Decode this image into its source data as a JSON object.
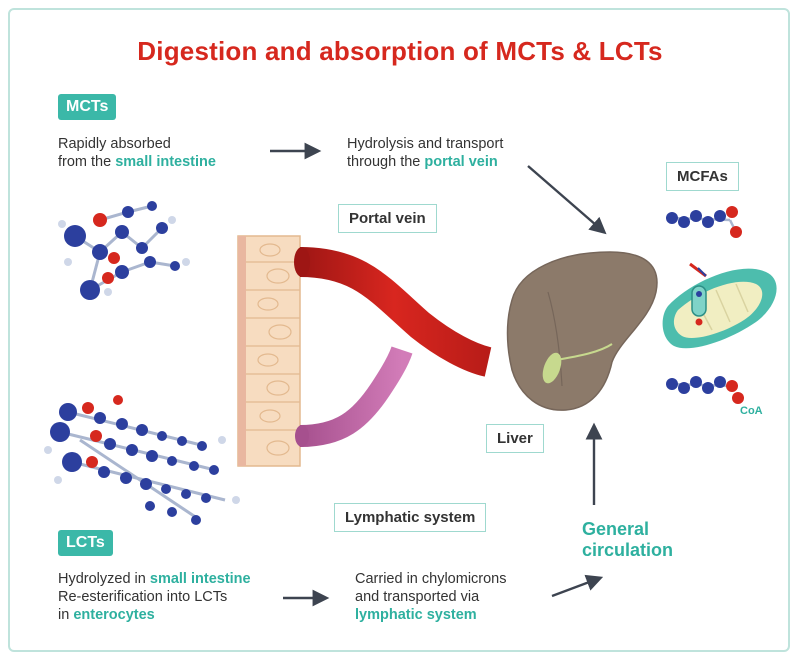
{
  "title": "Digestion and absorption of MCTs & LCTs",
  "mct": {
    "tag": "MCTs",
    "desc_line1": "Rapidly absorbed",
    "desc_line2_prefix": "from the ",
    "desc_line2_highlight": "small intestine"
  },
  "hydrolysis": {
    "line1": "Hydrolysis and transport",
    "line2_prefix": "through the ",
    "line2_highlight": "portal vein"
  },
  "portal_vein_label": "Portal vein",
  "mcfa_label": "MCFAs",
  "coa_label": "CoA",
  "liver_label": "Liver",
  "lymphatic_label": "Lymphatic system",
  "general_circulation": {
    "line1": "General",
    "line2": "circulation"
  },
  "lct": {
    "tag": "LCTs",
    "line1_prefix": "Hydrolyzed in ",
    "line1_highlight": "small intestine",
    "line2": "Re-esterification into LCTs",
    "line3_prefix": "in ",
    "line3_highlight": "enterocytes"
  },
  "chylomicron": {
    "line1": "Carried in chylomicrons",
    "line2": "and transported via",
    "line3_highlight": "lymphatic system"
  },
  "icons": [
    "mct-molecule-icon",
    "lct-molecule-icon",
    "intestine-wall-icon",
    "portal-vein-vessel-icon",
    "lymphatic-vessel-icon",
    "liver-icon",
    "mcfa-molecule-icon",
    "mitochondrion-icon",
    "arrow-icon"
  ],
  "colors": {
    "title": "#d6281e",
    "accent": "#3bb8a8",
    "portal_vein": "#c8211e",
    "lymphatic": "#c06aa8",
    "liver": "#8c7a6a",
    "atom_blue": "#2c3f9e",
    "atom_red": "#d6281e"
  }
}
